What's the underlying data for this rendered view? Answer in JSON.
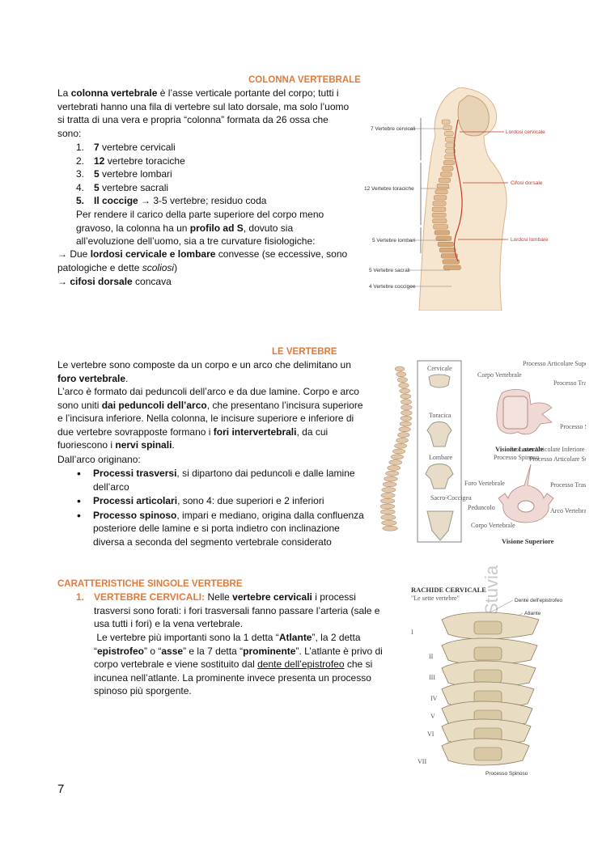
{
  "section1": {
    "heading": "COLONNA VERTEBRALE",
    "intro": {
      "t1": "La ",
      "b1": "colonna vertebrale",
      "t2": " è l’asse verticale portante del corpo; tutti i vertebrati hanno una fila di vertebre sul lato dorsale, ma solo l’uomo si tratta di una vera e propria “colonna” formata da 26 ossa che sono:"
    },
    "list": [
      {
        "num": "1.",
        "bold": "7",
        "text": " vertebre cervicali"
      },
      {
        "num": "2.",
        "bold": "12",
        "text": " vertebre toraciche"
      },
      {
        "num": "3.",
        "bold": "5",
        "text": " vertebre lombari"
      },
      {
        "num": "4.",
        "bold": "5",
        "text": " vertebre sacrali"
      },
      {
        "num": "5.",
        "bold": "Il coccige",
        "text": " → 3-5 vertebre; residuo coda"
      }
    ],
    "para2": {
      "t1": "Per rendere il carico della parte superiore del corpo meno gravoso, la colonna ha un ",
      "b1": "profilo ad S",
      "t2": ", dovuto sia all’evoluzione dell’uomo, sia a tre curvature fisiologiche:"
    },
    "arrow1": {
      "t1": "→ Due ",
      "b1": "lordosi cervicale e lombare",
      "t2": " convesse (se eccessive, sono patologiche e dette ",
      "i1": "scoliosi",
      "t3": ")"
    },
    "arrow2": {
      "t1": "→ ",
      "b1": "cifosi dorsale",
      "t2": " concava"
    },
    "figure": {
      "labels": [
        "7 Vertebre cervicali",
        "12 Vertebre toraciche",
        "5 Vertebre lombari",
        "5 Vertebre sacrali",
        "4 Vertebre coccigee"
      ],
      "red_labels": [
        "Lordosi cervicale",
        "Cifosi dorsale",
        "Lordosi lombare"
      ]
    }
  },
  "section2": {
    "heading": "LE VERTEBRE",
    "p1": {
      "t1": "Le vertebre sono composte da un corpo e un arco che delimitano un ",
      "b1": "foro vertebrale",
      "t2": "."
    },
    "p2": {
      "t1": "L’arco è formato dai peduncoli dell’arco e da due lamine. Corpo e arco sono uniti ",
      "b1": "dai peduncoli dell’arco",
      "t2": ", che presentano l’incisura superiore e l’incisura inferiore. Nella colonna, le incisure superiore e inferiore di due vertebre sovrapposte formano i ",
      "b2": "fori intervertebrali",
      "t3": ", da cui fuoriescono i ",
      "b3": "nervi spinali",
      "t4": "."
    },
    "p3": "Dall’arco originano:",
    "bullets": [
      {
        "bold": "Processi trasversi",
        "text": ", si dipartono dai peduncoli e dalle lamine dell’arco"
      },
      {
        "bold": "Processi articolari",
        "text": ", sono 4: due superiori e 2 inferiori"
      },
      {
        "bold": "Processo spinoso",
        "text": ", impari e mediano, origina dalla confluenza posteriore delle lamine e si porta indietro con inclinazione diversa a seconda del segmento vertebrale considerato"
      }
    ],
    "bullet_symbol": "•",
    "figure": {
      "panel_labels": [
        "Cervicale",
        "Toracica",
        "Lombare",
        "Sacro-Coccigea"
      ],
      "lateral_labels": [
        "Processo Articolare Superiore",
        "Corpo Vertebrale",
        "Processo Trasverso",
        "Processo Articolare Inferiore",
        "Processo Spinoso"
      ],
      "lateral_caption": "Visione Laterale",
      "superior_labels": [
        "Processo Spinoso",
        "Processo Articolare Superiore",
        "Foro Vertebrale",
        "Processo Trasverso",
        "Peduncolo",
        "Arco Vertebrale",
        "Corpo Vertebrale"
      ],
      "superior_caption": "Visione Superiore",
      "watermark": "Stuvia"
    }
  },
  "section3": {
    "heading": "CARATTERISTICHE SINGOLE VERTEBRE",
    "item": {
      "num": "1.",
      "title": "VERTEBRE CERVICALI:",
      "t1": " Nelle ",
      "b1": "vertebre cervicali",
      "t2": " i processi trasversi sono forati: i fori trasversali fanno passare l’arteria (sale e usa tutti i fori) e la vena vertebrale."
    },
    "para": {
      "t1": "Le vertebre più importanti sono la 1 detta “",
      "b1": "Atlante",
      "t2": "”, la 2 detta “",
      "b2": "epistrofeo",
      "t3": "” o “",
      "b3": "asse",
      "t4": "” e la 7 detta “",
      "b4": "prominente",
      "t5": "”. L’atlante è privo di corpo vertebrale e viene sostituito dal ",
      "u1": "dente dell’epistrofeo",
      "t6": " che si incunea nell’atlante. La prominente invece presenta un processo spinoso più sporgente."
    },
    "figure": {
      "title": "RACHIDE CERVICALE",
      "subtitle": "\"Le sette vertebre\"",
      "labels": [
        "Dente dell'epistrofeo",
        "Atlante",
        "Processo Spinoso"
      ],
      "numerals": [
        "I",
        "II",
        "III",
        "IV",
        "V",
        "VI",
        "VII"
      ]
    }
  },
  "page_number": "7"
}
